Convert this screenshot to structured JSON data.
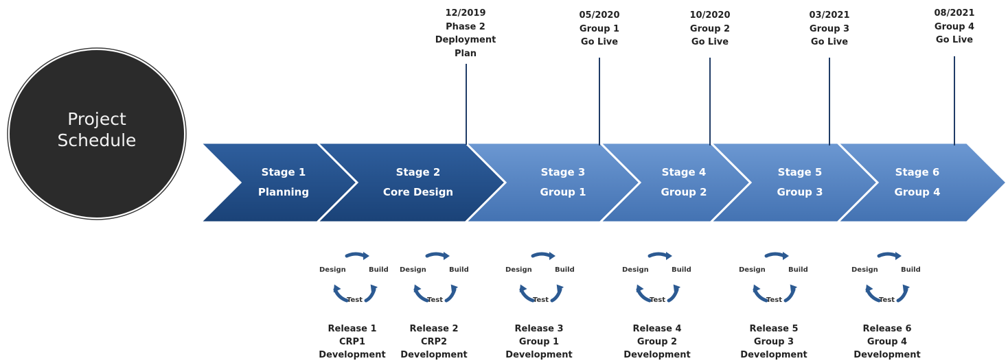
{
  "title": {
    "line1": "Project",
    "line2": "Schedule"
  },
  "colors": {
    "dark_blue": "#1e4a82",
    "light_blue": "#4f7fbf",
    "circle": "#2b2b2b",
    "arrow": "#2c5a92"
  },
  "milestones": [
    {
      "lines": [
        "12/2019",
        "Phase 2",
        "Deployment",
        "Plan"
      ]
    },
    {
      "lines": [
        "05/2020",
        "Group 1",
        "Go Live"
      ]
    },
    {
      "lines": [
        "10/2020",
        "Group 2",
        "Go Live"
      ]
    },
    {
      "lines": [
        "03/2021",
        "Group 3",
        "Go Live"
      ]
    },
    {
      "lines": [
        "08/2021",
        "Group 4",
        "Go Live"
      ]
    }
  ],
  "stages": [
    {
      "name": "Stage 1",
      "sub": "Planning",
      "shade": "dark"
    },
    {
      "name": "Stage 2",
      "sub": "Core Design",
      "shade": "dark"
    },
    {
      "name": "Stage 3",
      "sub": "Group 1",
      "shade": "light"
    },
    {
      "name": "Stage 4",
      "sub": "Group 2",
      "shade": "light"
    },
    {
      "name": "Stage 5",
      "sub": "Group 3",
      "shade": "light"
    },
    {
      "name": "Stage 6",
      "sub": "Group 4",
      "shade": "light"
    }
  ],
  "cycle_labels": {
    "design": "Design",
    "build": "Build",
    "test": "Test"
  },
  "releases": [
    {
      "lines": [
        "Release 1",
        "CRP1",
        "Development"
      ]
    },
    {
      "lines": [
        "Release 2",
        "CRP2",
        "Development"
      ]
    },
    {
      "lines": [
        "Release 3",
        "Group 1",
        "Development"
      ]
    },
    {
      "lines": [
        "Release 4",
        "Group 2",
        "Development"
      ]
    },
    {
      "lines": [
        "Release 5",
        "Group 3",
        "Development"
      ]
    },
    {
      "lines": [
        "Release 6",
        "Group 4",
        "Development"
      ]
    }
  ]
}
